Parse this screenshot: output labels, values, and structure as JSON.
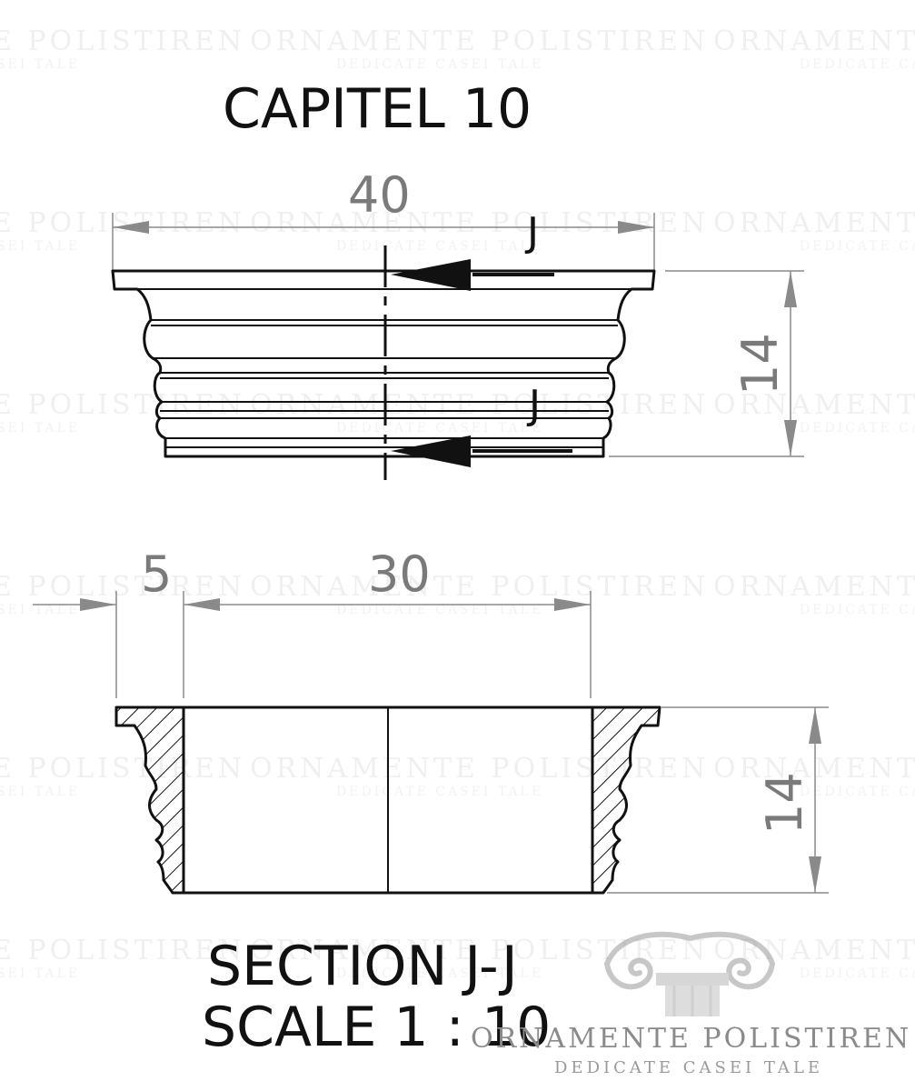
{
  "drawing": {
    "title": "CAPITEL 10",
    "top_view": {
      "width_dim": "40",
      "height_dim": "14",
      "section_marker_top": "J",
      "section_marker_bottom": "J"
    },
    "section_view": {
      "dim_left": "5",
      "dim_inner": "30",
      "height_dim": "14"
    },
    "section_label": "SECTION J-J",
    "scale_label": "SCALE 1 : 10"
  },
  "watermark": {
    "brand": "ORNAMENTE POLISTIREN",
    "tagline": "DEDICATE CASEI TALE"
  },
  "colors": {
    "line": "#111111",
    "dimension": "#8a8a8a",
    "watermark": "#000000"
  }
}
